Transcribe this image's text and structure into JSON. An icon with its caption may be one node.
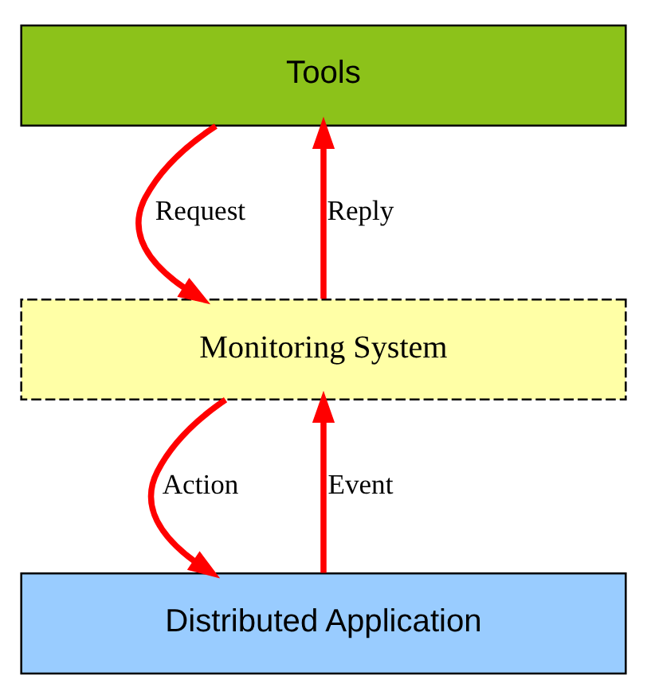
{
  "diagram": {
    "nodes": [
      {
        "text": [
          "Tools"
        ]
      },
      {
        "text": [
          "Monitoring System"
        ]
      },
      {
        "text": [
          "Distributed Application"
        ]
      }
    ],
    "edges": [
      {
        "from": 0,
        "to": 1,
        "arrow": "to",
        "label": "Request"
      },
      {
        "from": 1,
        "to": 0,
        "arrow": "to",
        "label": "Reply"
      },
      {
        "from": 1,
        "to": 2,
        "arrow": "to",
        "label": "Action"
      },
      {
        "from": 2,
        "to": 1,
        "arrow": "to",
        "label": "Event"
      }
    ]
  }
}
